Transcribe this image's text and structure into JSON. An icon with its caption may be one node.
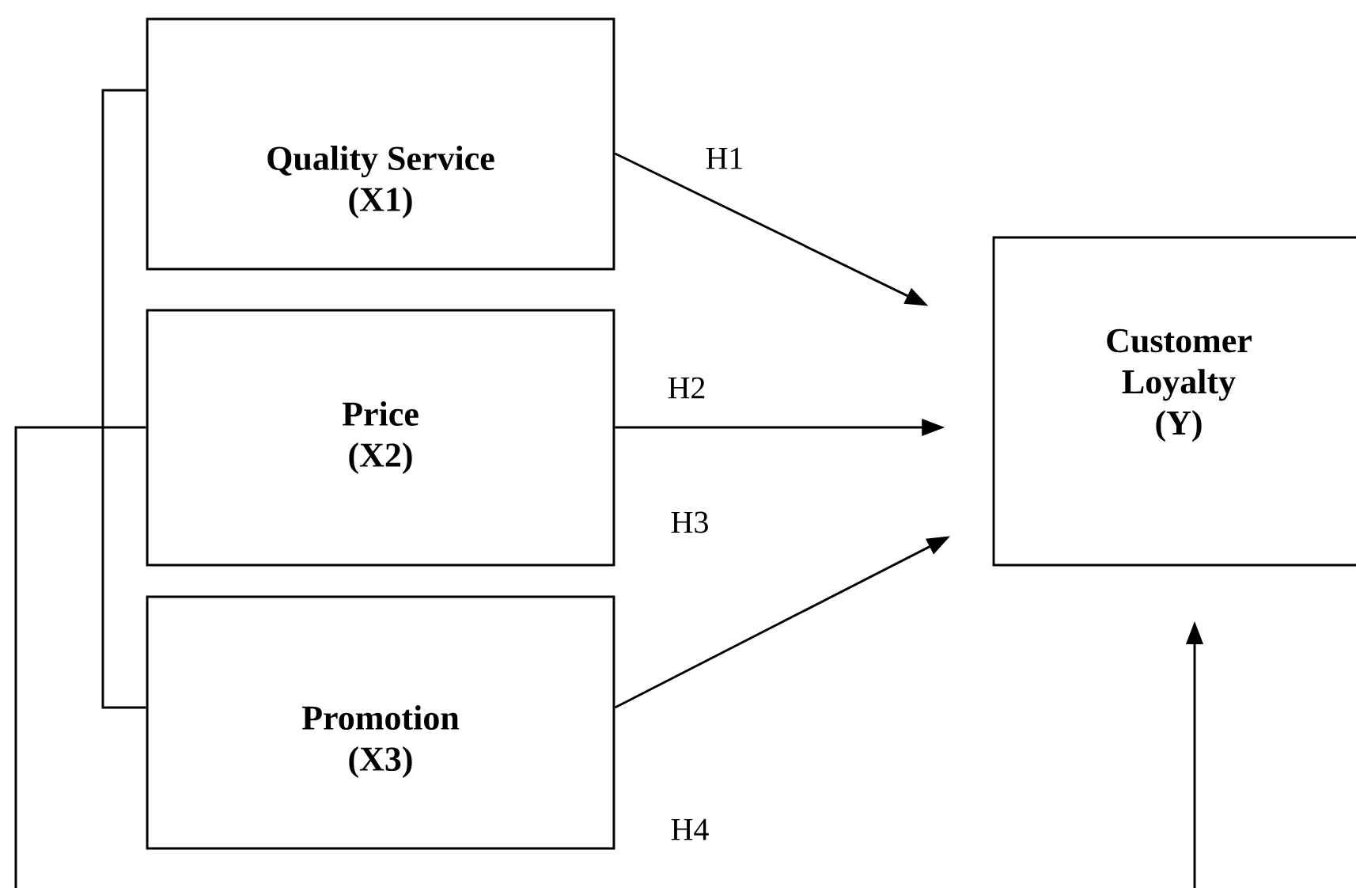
{
  "diagram": {
    "nodes": [
      {
        "text": [
          "Quality Service (X1)"
        ]
      },
      {
        "text": [
          "Price (X2)"
        ]
      },
      {
        "text": [
          "Promotion (X3)"
        ]
      },
      {
        "text": [
          "Customer Loyalty (Y)"
        ]
      }
    ],
    "edges": [
      {
        "from": 0,
        "to": 3,
        "arrow": "to",
        "label": "H1"
      },
      {
        "from": 1,
        "to": 3,
        "arrow": "to",
        "label": "H2"
      },
      {
        "from": 2,
        "to": 3,
        "arrow": "to",
        "label": "H3"
      },
      {
        "from": 0,
        "to": null,
        "arrow": "none"
      },
      {
        "from": 2,
        "to": null,
        "arrow": "none"
      },
      {
        "from": 1,
        "to": null,
        "arrow": "none"
      },
      {
        "from": null,
        "to": 3,
        "arrow": "to"
      }
    ],
    "labels": [
      "H4"
    ]
  }
}
